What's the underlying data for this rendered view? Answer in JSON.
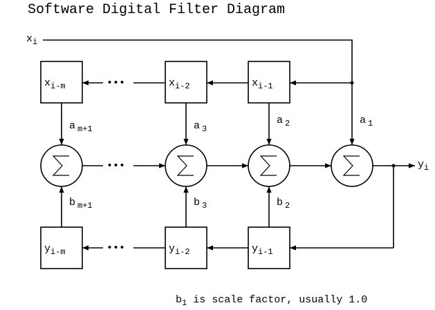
{
  "title": "Software Digital Filter Diagram",
  "input": {
    "base": "x",
    "sub": "i"
  },
  "output": {
    "base": "y",
    "sub": "i"
  },
  "x_boxes": [
    {
      "base": "x",
      "sub": "i-m"
    },
    {
      "base": "x",
      "sub": "i-2"
    },
    {
      "base": "x",
      "sub": "i-1"
    }
  ],
  "y_boxes": [
    {
      "base": "y",
      "sub": "i-m"
    },
    {
      "base": "y",
      "sub": "i-2"
    },
    {
      "base": "y",
      "sub": "i-1"
    }
  ],
  "a_coefficients": [
    {
      "base": "a",
      "sub": "m+1"
    },
    {
      "base": "a",
      "sub": "3"
    },
    {
      "base": "a",
      "sub": "2"
    },
    {
      "base": "a",
      "sub": "1"
    }
  ],
  "b_coefficients": [
    {
      "base": "b",
      "sub": "m+1"
    },
    {
      "base": "b",
      "sub": "3"
    },
    {
      "base": "b",
      "sub": "2"
    }
  ],
  "summer_symbol": "∑",
  "ellipsis": "•••",
  "footnote": {
    "b": "b",
    "sub": "1",
    "text": " is scale factor, usually 1.0"
  }
}
